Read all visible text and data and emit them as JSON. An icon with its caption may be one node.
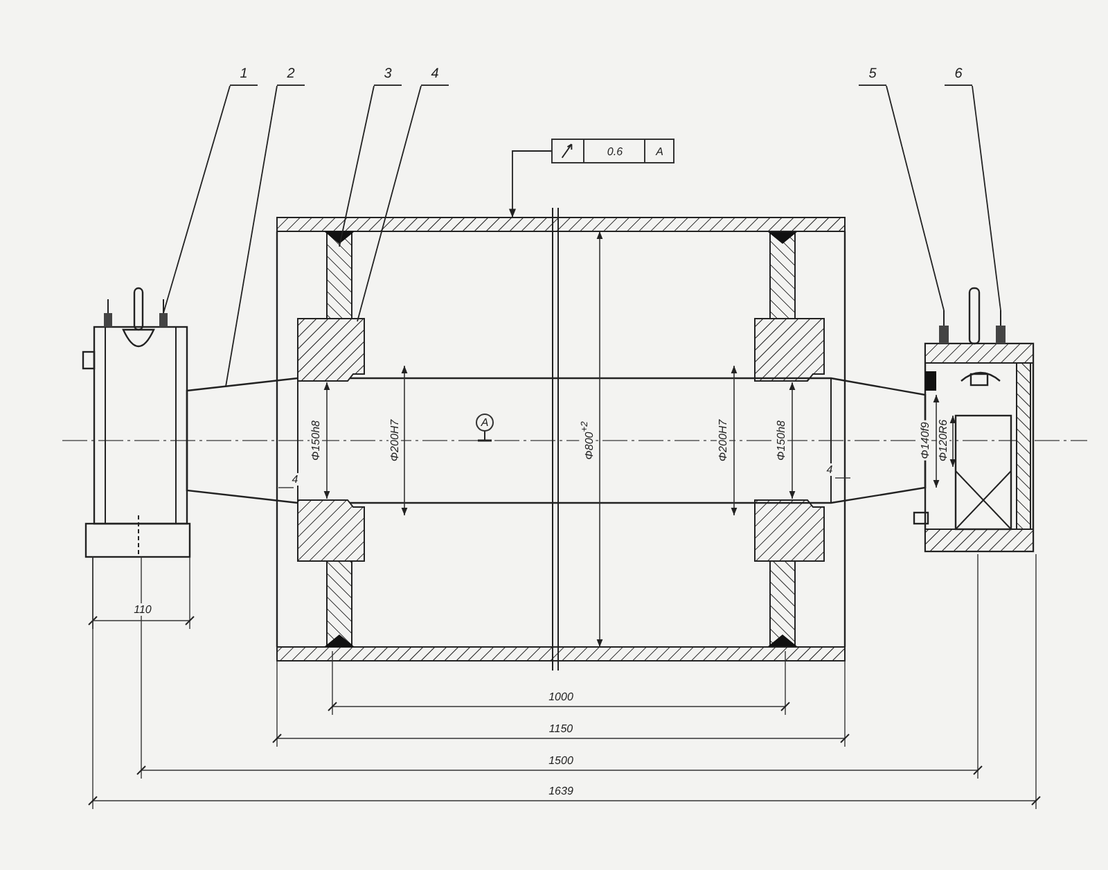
{
  "diagram": {
    "nodes": [
      {
        "text": [
          "1"
        ]
      },
      {
        "text": [
          "2"
        ]
      },
      {
        "text": [
          "3"
        ]
      },
      {
        "text": [
          "4"
        ]
      },
      {
        "text": [
          "0.6",
          "A"
        ]
      },
      {
        "text": [
          "5"
        ]
      },
      {
        "text": [
          "6"
        ]
      },
      {
        "text": [],
        "shape": "picture"
      },
      {
        "text": [],
        "shape": "picture"
      },
      {
        "text": [],
        "shape": "picture",
        "in": 11
      },
      {
        "text": [],
        "shape": "picture",
        "in": 11
      },
      {
        "text": [],
        "shape": "picture"
      },
      {
        "text": [],
        "shape": "box"
      },
      {
        "text": [],
        "shape": "box"
      }
    ],
    "edges": [
      {
        "from": 0,
        "to": 7,
        "arrow": "none"
      },
      {
        "from": 1,
        "to": 8,
        "arrow": "none"
      },
      {
        "from": 2,
        "to": 9,
        "arrow": "none"
      },
      {
        "from": 3,
        "to": 10,
        "arrow": "none"
      },
      {
        "from": 4,
        "to": 11,
        "arrow": "to"
      },
      {
        "from": 5,
        "to": 12,
        "arrow": "none"
      },
      {
        "from": 6,
        "to": 13,
        "arrow": "none"
      }
    ],
    "labels": [
      "Φ150h8",
      "Φ200H7",
      "A",
      "Φ800$^{+2}$",
      "4",
      "Φ200H7",
      "Φ150h8",
      "4",
      "Φ140f9",
      "Φ120R6",
      "110",
      "1000",
      "1150",
      "1500",
      "1639"
    ]
  }
}
